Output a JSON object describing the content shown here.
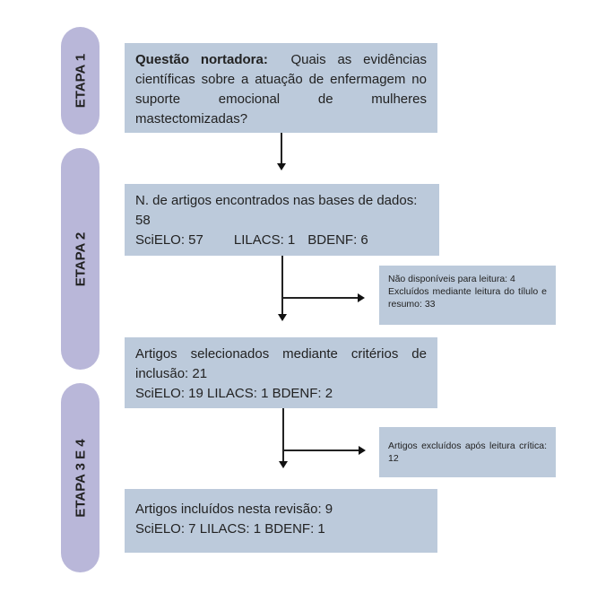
{
  "stages": [
    "ETAPA 1",
    "ETAPA 2",
    "ETAPA 3 E 4"
  ],
  "box1": {
    "bold": "Questão nortadora:",
    "text": "Quais as evidências científicas sobre a atuação de enfermagem no suporte emocional de mulheres mastectomizadas?"
  },
  "box2": {
    "line1": "N. de artigos encontrados nas bases de dados: 58",
    "scielo": "SciELO: 57",
    "lilacs": "LILACS: 1",
    "bdenf": "BDENF: 6"
  },
  "side1": {
    "line1": "Não disponíveis para leitura: 4",
    "line2": "Excluídos mediante leitura do tílulo e resumo: 33"
  },
  "box3": {
    "line1": "Artigos selecionados mediante critérios de inclusão: 21",
    "line2": "SciELO: 19 LILACS: 1 BDENF: 2"
  },
  "side2": {
    "line1": "Artigos excluídos após leitura crítica: 12"
  },
  "box4": {
    "line1": "Artigos incluídos nesta revisão: 9",
    "line2": "SciELO: 7 LILACS: 1 BDENF: 1"
  }
}
